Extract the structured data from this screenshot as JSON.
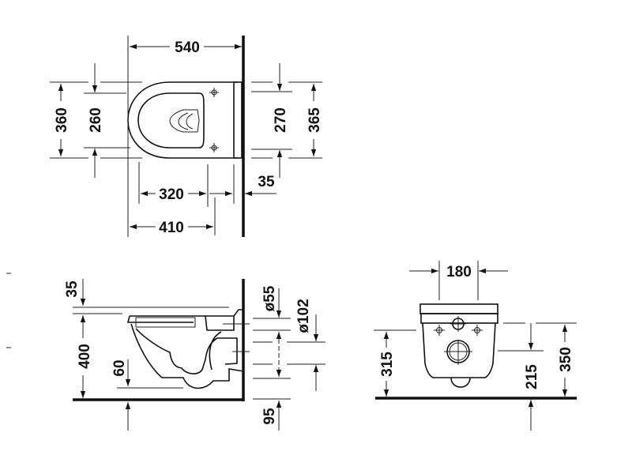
{
  "drawing": {
    "top_view": {
      "overall_length": "540",
      "overall_width": "360",
      "seat_inner_width": "260",
      "fixing_hole_spacing": "270",
      "wall_width": "365",
      "fixing_distance": "320",
      "wall_offset": "35",
      "hole_to_front": "410"
    },
    "side_view": {
      "seat_thickness": "35",
      "rim_height": "400",
      "trap_height": "60",
      "inlet_diameter": "ø55",
      "outlet_diameter": "ø102",
      "outlet_height": "95"
    },
    "front_view": {
      "fixing_width": "180",
      "fixing_height": "315",
      "outlet_center_height": "215",
      "top_height": "350"
    }
  }
}
